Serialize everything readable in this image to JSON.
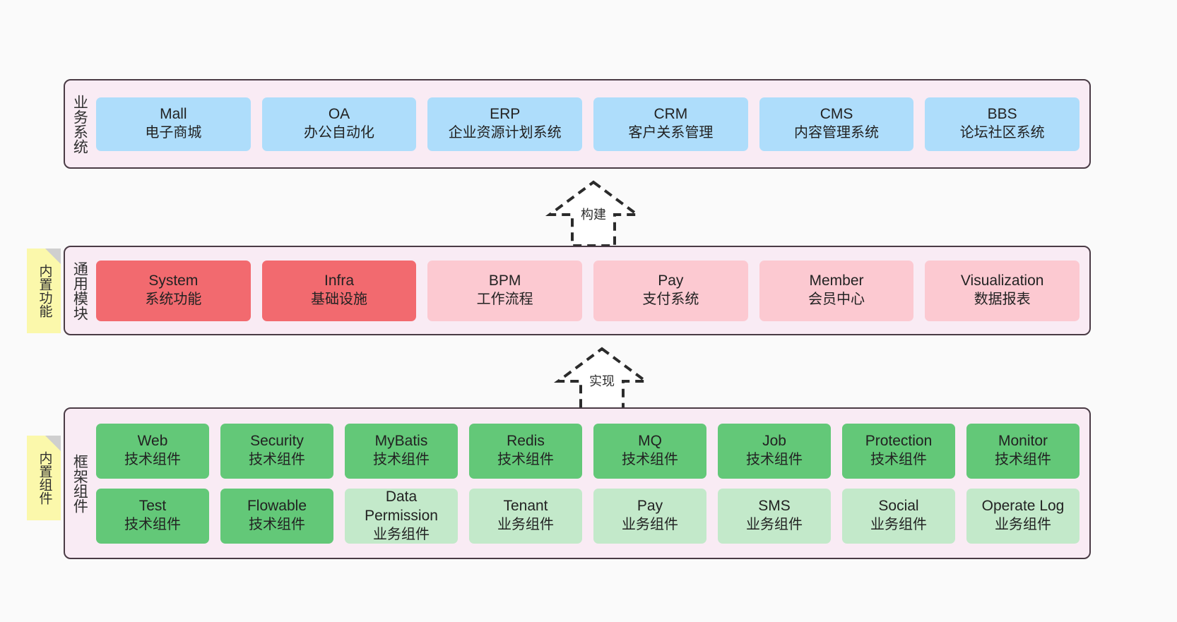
{
  "diagram": {
    "background_color": "#fafafa",
    "band_fill": "#f9ebf4",
    "band_border": "#4a3b45",
    "note_color": "#fbf8ab"
  },
  "bands": [
    {
      "id": "business-systems",
      "label": "业务系统",
      "rows": [
        {
          "cards": [
            {
              "title": "Mall",
              "subtitle": "电子商城",
              "color": "#aeddfb",
              "style": "blue"
            },
            {
              "title": "OA",
              "subtitle": "办公自动化",
              "color": "#aeddfb",
              "style": "blue"
            },
            {
              "title": "ERP",
              "subtitle": "企业资源计划系统",
              "color": "#aeddfb",
              "style": "blue"
            },
            {
              "title": "CRM",
              "subtitle": "客户关系管理",
              "color": "#aeddfb",
              "style": "blue"
            },
            {
              "title": "CMS",
              "subtitle": "内容管理系统",
              "color": "#aeddfb",
              "style": "blue"
            },
            {
              "title": "BBS",
              "subtitle": "论坛社区系统",
              "color": "#aeddfb",
              "style": "blue"
            }
          ]
        }
      ]
    },
    {
      "id": "common-modules",
      "label": "通用模块",
      "note": "内置功能",
      "rows": [
        {
          "cards": [
            {
              "title": "System",
              "subtitle": "系统功能",
              "color": "#f26a6f",
              "style": "red"
            },
            {
              "title": "Infra",
              "subtitle": "基础设施",
              "color": "#f26a6f",
              "style": "red"
            },
            {
              "title": "BPM",
              "subtitle": "工作流程",
              "color": "#fcc9d1",
              "style": "pink"
            },
            {
              "title": "Pay",
              "subtitle": "支付系统",
              "color": "#fcc9d1",
              "style": "pink"
            },
            {
              "title": "Member",
              "subtitle": "会员中心",
              "color": "#fcc9d1",
              "style": "pink"
            },
            {
              "title": "Visualization",
              "subtitle": "数据报表",
              "color": "#fcc9d1",
              "style": "pink"
            }
          ]
        }
      ]
    },
    {
      "id": "framework-components",
      "label": "框架组件",
      "note": "内置组件",
      "rows": [
        {
          "cards": [
            {
              "title": "Web",
              "subtitle": "技术组件",
              "color": "#63c878",
              "style": "green"
            },
            {
              "title": "Security",
              "subtitle": "技术组件",
              "color": "#63c878",
              "style": "green"
            },
            {
              "title": "MyBatis",
              "subtitle": "技术组件",
              "color": "#63c878",
              "style": "green"
            },
            {
              "title": "Redis",
              "subtitle": "技术组件",
              "color": "#63c878",
              "style": "green"
            },
            {
              "title": "MQ",
              "subtitle": "技术组件",
              "color": "#63c878",
              "style": "green"
            },
            {
              "title": "Job",
              "subtitle": "技术组件",
              "color": "#63c878",
              "style": "green"
            },
            {
              "title": "Protection",
              "subtitle": "技术组件",
              "color": "#63c878",
              "style": "green"
            },
            {
              "title": "Monitor",
              "subtitle": "技术组件",
              "color": "#63c878",
              "style": "green"
            }
          ]
        },
        {
          "cards": [
            {
              "title": "Test",
              "subtitle": "技术组件",
              "color": "#63c878",
              "style": "green"
            },
            {
              "title": "Flowable",
              "subtitle": "技术组件",
              "color": "#63c878",
              "style": "green"
            },
            {
              "title": "Data Permission",
              "subtitle": "业务组件",
              "color": "#c3e9ca",
              "style": "lgreen"
            },
            {
              "title": "Tenant",
              "subtitle": "业务组件",
              "color": "#c3e9ca",
              "style": "lgreen"
            },
            {
              "title": "Pay",
              "subtitle": "业务组件",
              "color": "#c3e9ca",
              "style": "lgreen"
            },
            {
              "title": "SMS",
              "subtitle": "业务组件",
              "color": "#c3e9ca",
              "style": "lgreen"
            },
            {
              "title": "Social",
              "subtitle": "业务组件",
              "color": "#c3e9ca",
              "style": "lgreen"
            },
            {
              "title": "Operate Log",
              "subtitle": "业务组件",
              "color": "#c3e9ca",
              "style": "lgreen"
            }
          ]
        }
      ]
    }
  ],
  "arrows": [
    {
      "id": "build",
      "label": "构建",
      "style": "dashed-hollow-triangle",
      "direction": "up"
    },
    {
      "id": "implement",
      "label": "实现",
      "style": "dashed-hollow-triangle",
      "direction": "up"
    }
  ]
}
